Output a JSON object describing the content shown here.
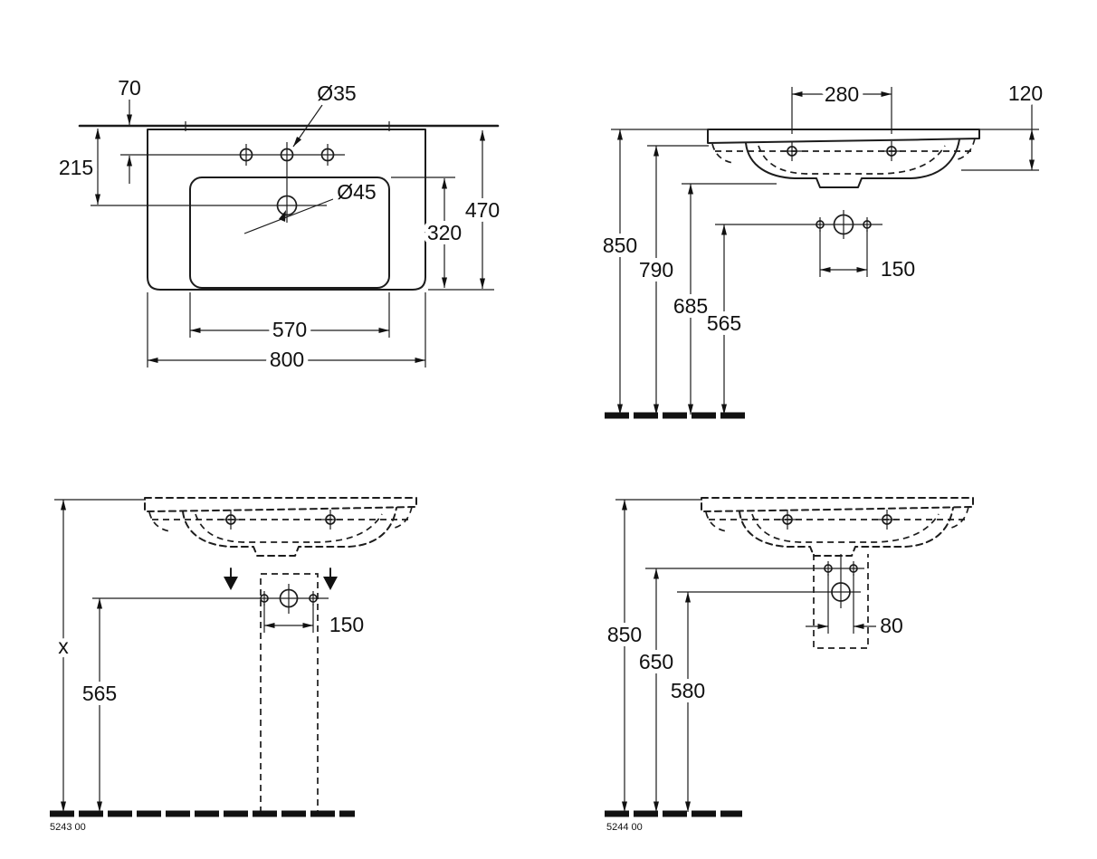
{
  "drawing": {
    "colors": {
      "ink": "#1c1c1c",
      "background": "#ffffff"
    },
    "views": {
      "plan": {
        "dims": {
          "d70": "70",
          "d215": "215",
          "dia35": "Ø35",
          "dia45": "Ø45",
          "d320": "320",
          "d470": "470",
          "d570": "570",
          "d800": "800"
        }
      },
      "elevation": {
        "dims": {
          "d280": "280",
          "d120": "120",
          "d850": "850",
          "d790": "790",
          "d685": "685",
          "d565": "565",
          "d150": "150"
        }
      },
      "installation_pedestal": {
        "model": "5243 00",
        "dims": {
          "dx": "x",
          "d565": "565",
          "d150": "150"
        }
      },
      "installation_siphon": {
        "model": "5244 00",
        "dims": {
          "d850": "850",
          "d650": "650",
          "d580": "580",
          "d80": "80"
        }
      }
    }
  }
}
